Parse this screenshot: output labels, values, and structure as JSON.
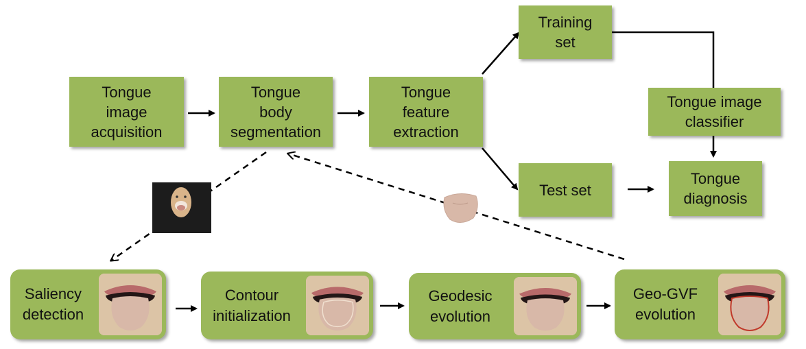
{
  "pipeline": {
    "acquisition": "Tongue\nimage\nacquisition",
    "segmentation": "Tongue\nbody\nsegmentation",
    "feature_extraction": "Tongue\nfeature\nextraction",
    "training_set": "Training\nset",
    "test_set": "Test set",
    "classifier": "Tongue image\nclassifier",
    "diagnosis": "Tongue\ndiagnosis"
  },
  "stages": [
    {
      "label": "Saliency\ndetection",
      "overlay": "none"
    },
    {
      "label": "Contour\ninitialization",
      "overlay": "contour"
    },
    {
      "label": "Geodesic\nevolution",
      "overlay": "none"
    },
    {
      "label": "Geo-GVF\nevolution",
      "overlay": "red-contour"
    }
  ],
  "colors": {
    "box_fill": "#9bb85a",
    "arrow": "#000000",
    "photo_background": "#1c1c1c",
    "tongue": "#d8b8a8"
  }
}
